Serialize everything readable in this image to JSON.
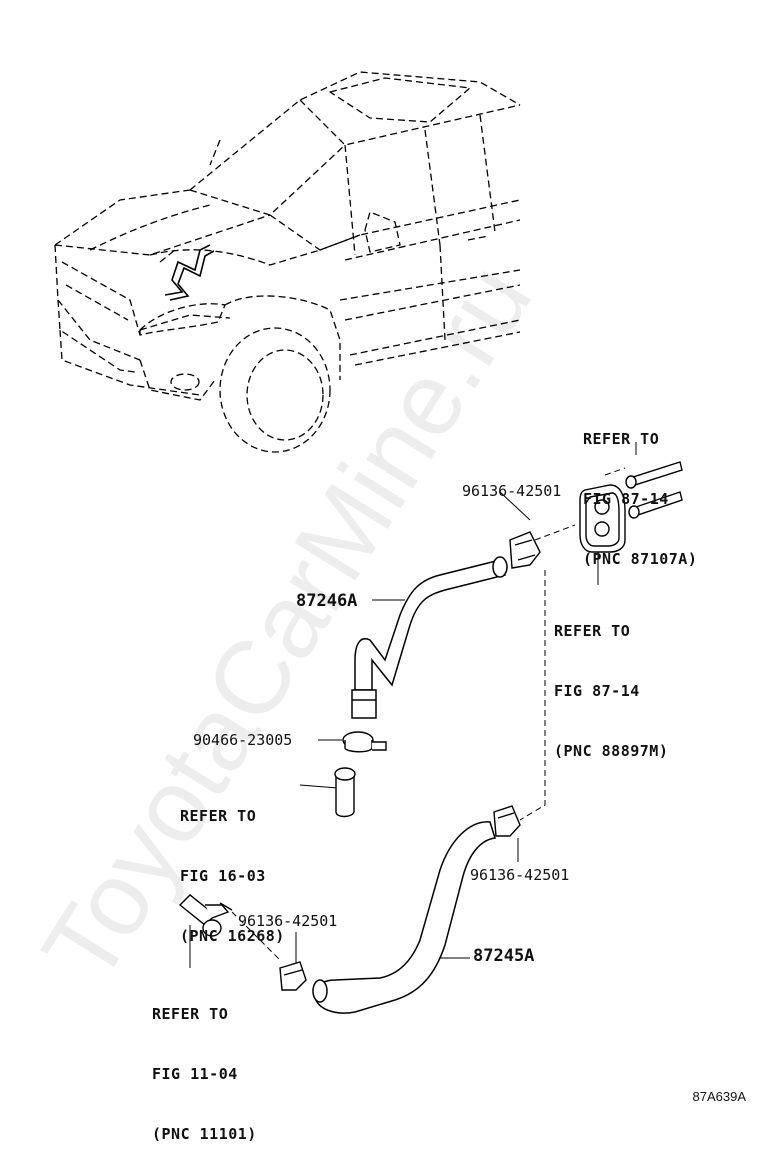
{
  "watermark": "ToyotaCarMine.ru",
  "diagram_code": "87A639A",
  "refs": {
    "top_right": [
      "REFER TO",
      "FIG 87-14",
      "(PNC 87107A)"
    ],
    "mid_right": [
      "REFER TO",
      "FIG 87-14",
      "(PNC 88897M)"
    ],
    "mid_left": [
      "REFER TO",
      "FIG 16-03",
      "(PNC 16268)"
    ],
    "bottom_left": [
      "REFER TO",
      "FIG 11-04",
      "(PNC 11101)"
    ]
  },
  "parts": {
    "clip_top": "96136-42501",
    "hose_upper": "87246A",
    "clamp": "90466-23005",
    "clip_mid": "96136-42501",
    "clip_bottom": "96136-42501",
    "hose_lower": "87245A"
  }
}
